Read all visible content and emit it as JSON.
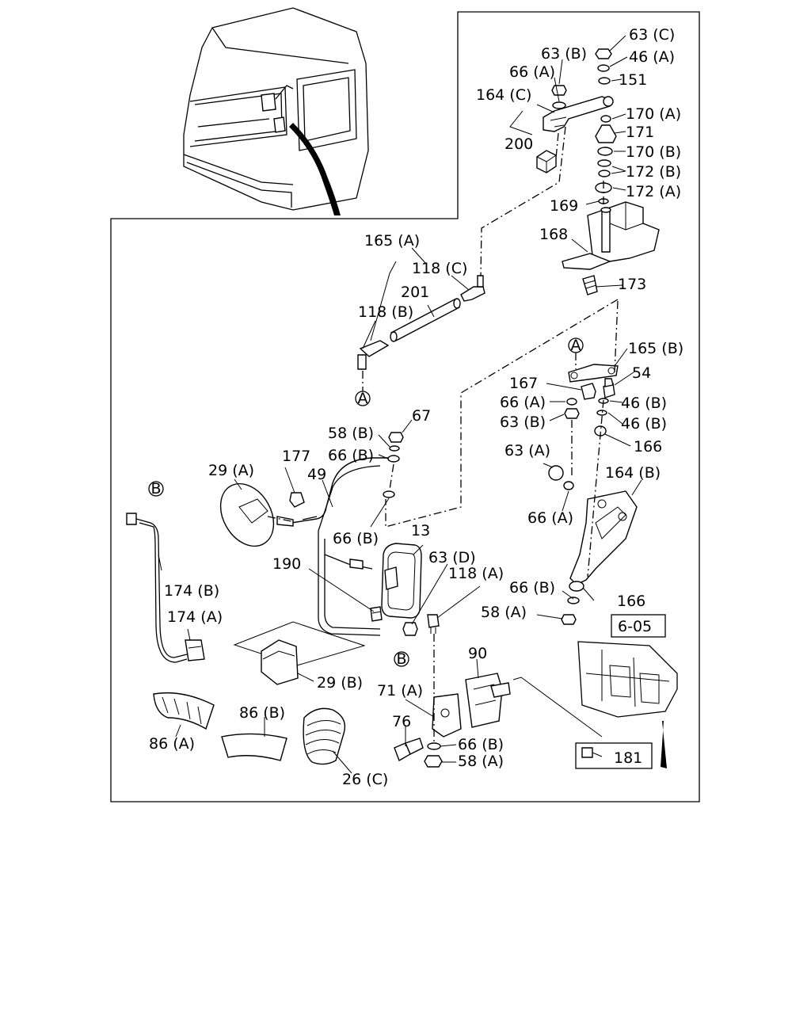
{
  "diagram": {
    "refs": {
      "a": "A",
      "b": "B"
    },
    "section_ref": "6-05",
    "labels": {
      "l63c": "63 (C)",
      "l46a": "46 (A)",
      "l63b_top": "63 (B)",
      "l66a_top": "66 (A)",
      "l151": "151",
      "l164c": "164 (C)",
      "l170a": "170 (A)",
      "l171": "171",
      "l200": "200",
      "l170b": "170 (B)",
      "l172b": "172 (B)",
      "l172a": "172 (A)",
      "l169": "169",
      "l168": "168",
      "l165a": "165 (A)",
      "l118c": "118 (C)",
      "l201": "201",
      "l173": "173",
      "l118b": "118 (B)",
      "l165b": "165 (B)",
      "l54": "54",
      "l167": "167",
      "l46b_1": "46 (B)",
      "l66a_mid": "66 (A)",
      "l63b_mid": "63 (B)",
      "l46b_2": "46 (B)",
      "l166_top": "166",
      "l67": "67",
      "l58b": "58 (B)",
      "l66b_1": "66 (B)",
      "l63a": "63 (A)",
      "l177": "177",
      "l29a": "29 (A)",
      "l49": "49",
      "l164b": "164 (B)",
      "l66a_low": "66 (A)",
      "l66b_2": "66 (B)",
      "l13": "13",
      "l190": "190",
      "l63d": "63 (D)",
      "l118a": "118 (A)",
      "l174b": "174 (B)",
      "l66b_3": "66 (B)",
      "l166_low": "166",
      "l174a": "174 (A)",
      "l58a_1": "58 (A)",
      "l90": "90",
      "l29b": "29 (B)",
      "l71a": "71 (A)",
      "l86b": "86 (B)",
      "l76": "76",
      "l66b_4": "66 (B)",
      "l86a": "86 (A)",
      "l181": "181",
      "l58a_2": "58 (A)",
      "l26c": "26 (C)"
    }
  }
}
